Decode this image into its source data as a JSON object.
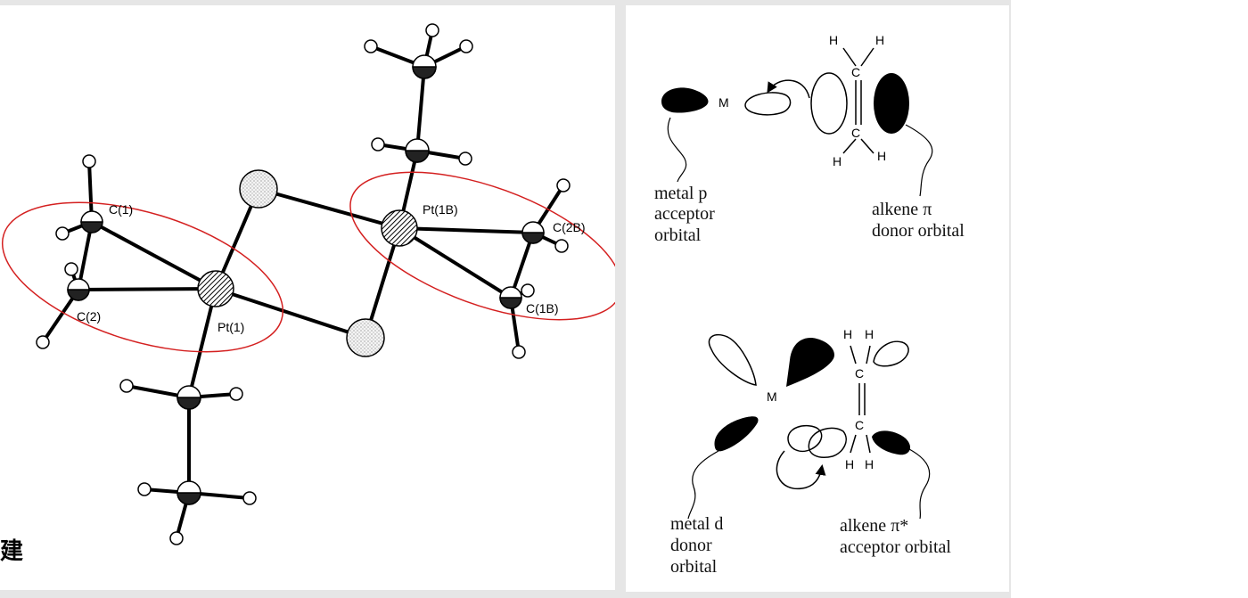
{
  "left_panel": {
    "atom_labels": {
      "c1": "C(1)",
      "c2": "C(2)",
      "pt1": "Pt(1)",
      "pt1b": "Pt(1B)",
      "c2b": "C(2B)",
      "c1b": "C(1B)"
    },
    "corner_glyph": "建",
    "highlight_color": "#d42020"
  },
  "right_panel": {
    "top": {
      "metal": "M",
      "carbon": "C",
      "hydrogen": "H",
      "label_left": [
        "metal p",
        "acceptor",
        "orbital"
      ],
      "label_right": [
        "alkene π",
        "donor orbital"
      ]
    },
    "bottom": {
      "metal": "M",
      "carbon": "C",
      "hydrogen": "H",
      "label_left": [
        "metal d",
        "donor",
        "orbital"
      ],
      "label_right": [
        "alkene π*",
        "acceptor orbital"
      ]
    }
  }
}
